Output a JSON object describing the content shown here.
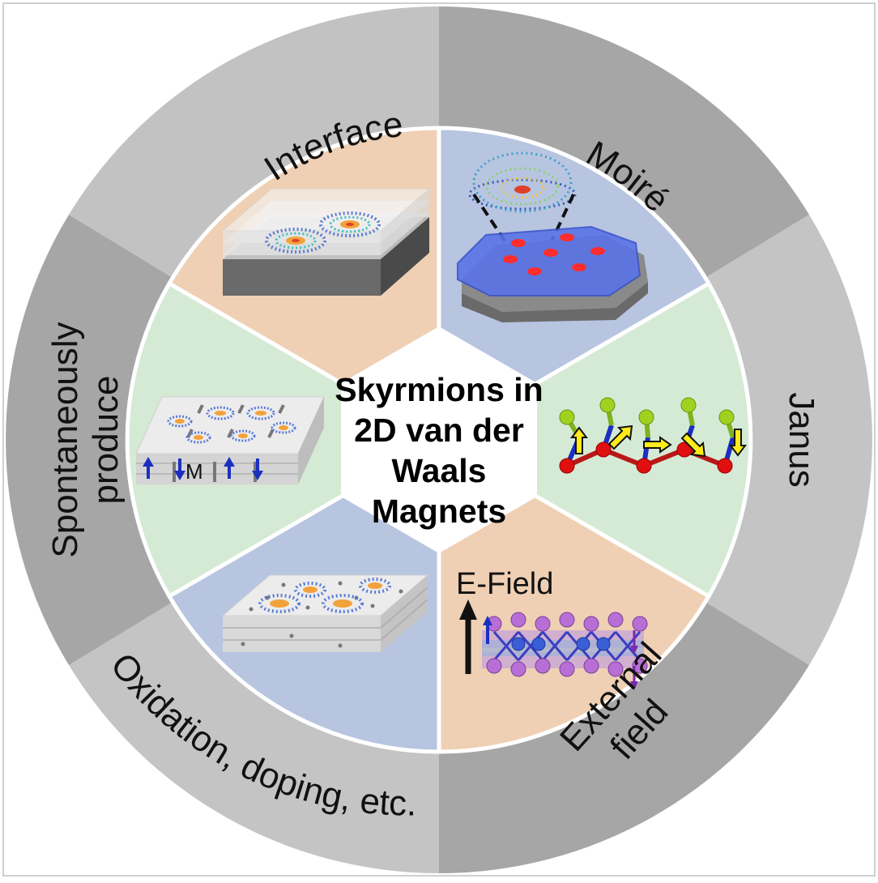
{
  "center": {
    "title_lines": [
      "Skyrmions in",
      "2D van der",
      "Waals",
      "Magnets"
    ]
  },
  "ring_labels": {
    "interface": "Interface",
    "moire": "Moiré",
    "janus": "Janus",
    "external_field_line1": "External",
    "external_field_line2": "field",
    "oxidation": "Oxidation, doping, etc.",
    "spontaneous_line1": "Spontaneously",
    "spontaneous_line2": "produce"
  },
  "panel_labels": {
    "magnetization": "M",
    "efield": "E-Field"
  },
  "colors": {
    "ring_light": "#cfcfcf",
    "ring_dark": "#a9a9a9",
    "panel_orange": "#efd0b4",
    "panel_blue": "#b7c5e1",
    "panel_green": "#d5ead5",
    "center_fill": "#ffffff"
  }
}
